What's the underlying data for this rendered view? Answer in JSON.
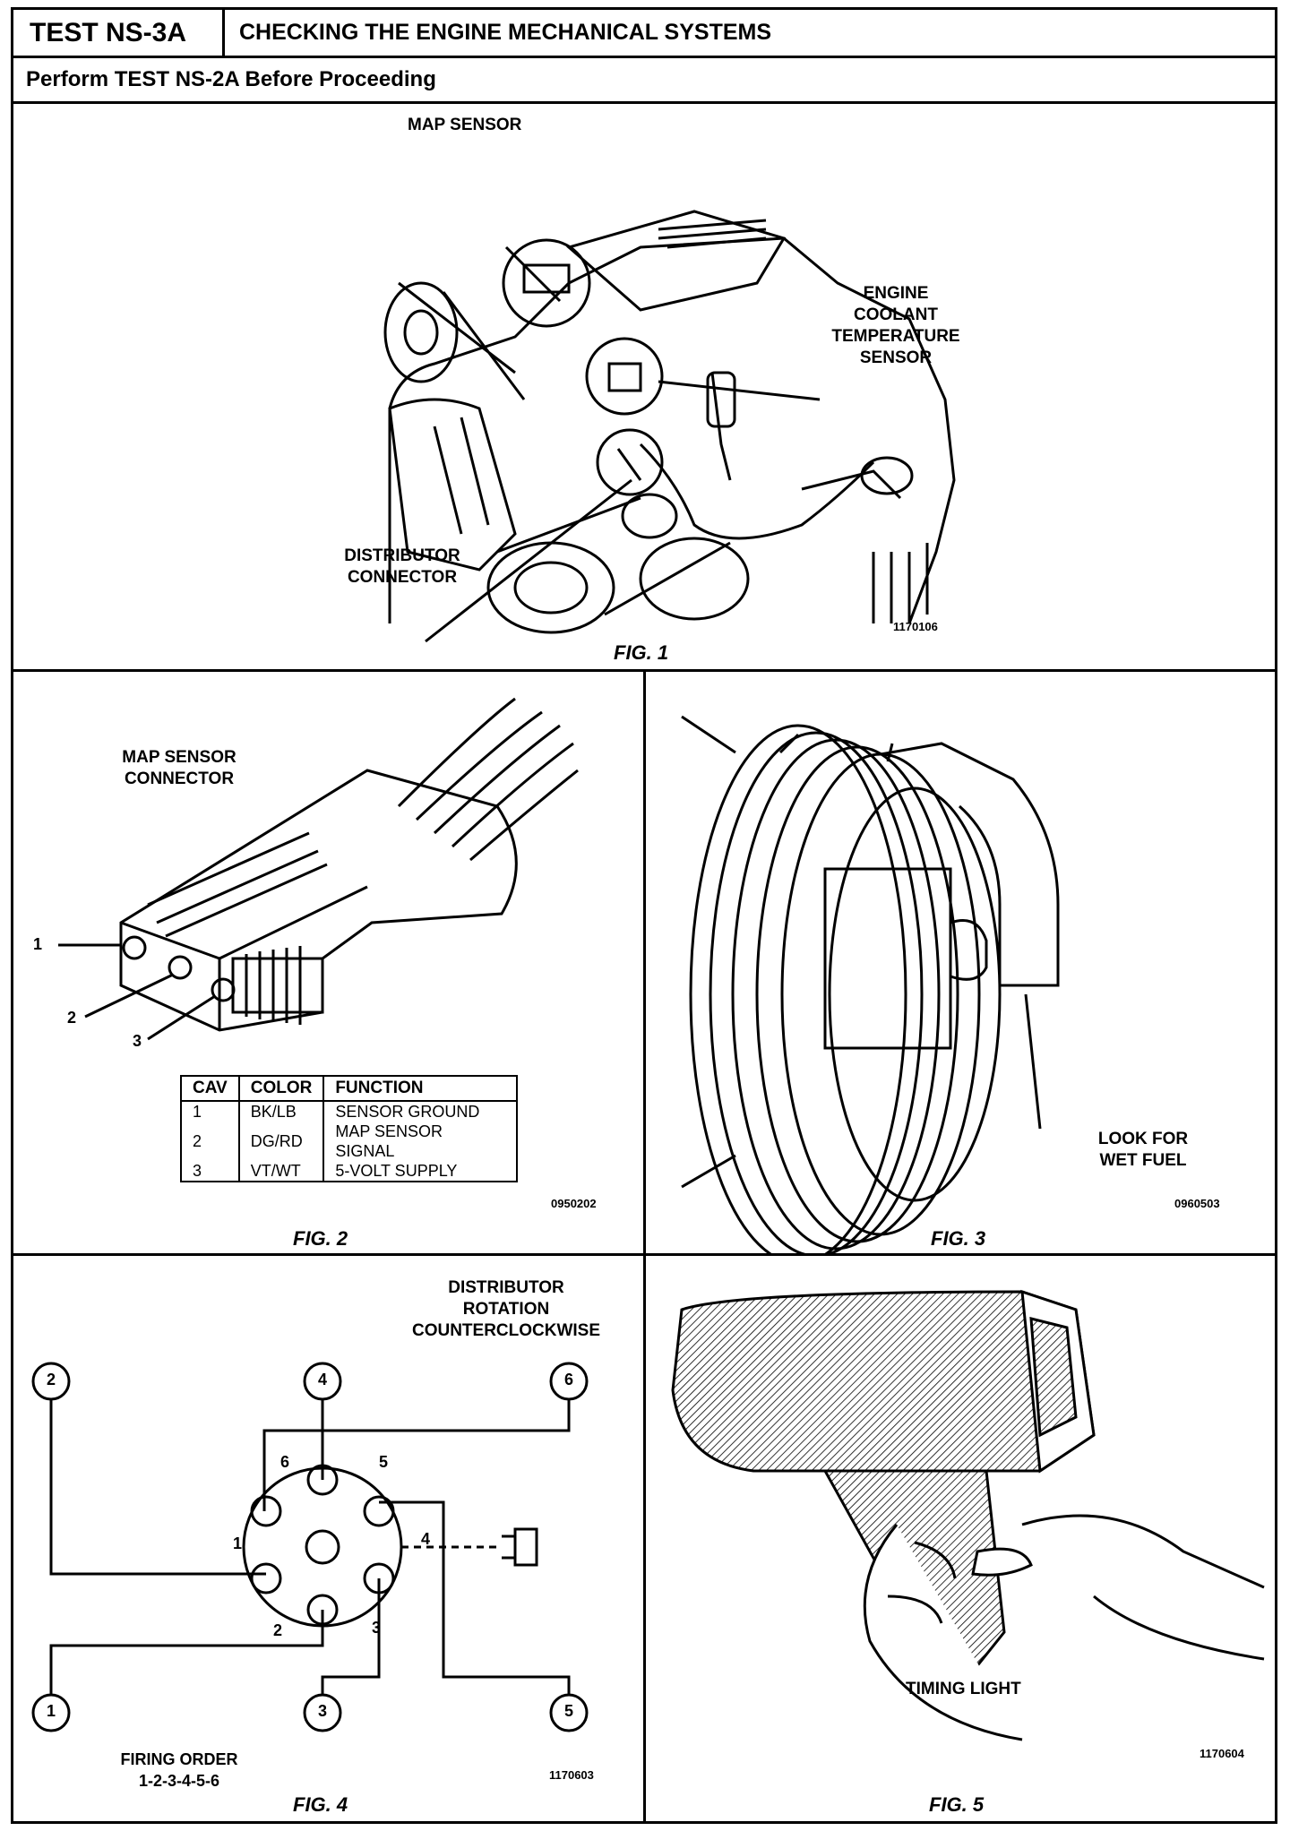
{
  "header": {
    "test_id": "TEST NS-3A",
    "title": "CHECKING THE ENGINE MECHANICAL SYSTEMS",
    "subtitle": "Perform TEST NS-2A Before Proceeding"
  },
  "fig1": {
    "caption": "FIG. 1",
    "code": "1170106",
    "labels": {
      "map_sensor": "MAP SENSOR",
      "ect_sensor_1": "ENGINE",
      "ect_sensor_2": "COOLANT",
      "ect_sensor_3": "TEMPERATURE",
      "ect_sensor_4": "SENSOR",
      "distributor_1": "DISTRIBUTOR",
      "distributor_2": "CONNECTOR"
    }
  },
  "fig2": {
    "caption": "FIG. 2",
    "code": "0950202",
    "title_1": "MAP SENSOR",
    "title_2": "CONNECTOR",
    "pins": [
      "1",
      "2",
      "3"
    ],
    "table": {
      "headers": [
        "CAV",
        "COLOR",
        "FUNCTION"
      ],
      "rows": [
        [
          "1",
          "BK/LB",
          "SENSOR GROUND"
        ],
        [
          "2",
          "DG/RD",
          "MAP SENSOR SIGNAL"
        ],
        [
          "3",
          "VT/WT",
          "5-VOLT SUPPLY"
        ]
      ]
    }
  },
  "fig3": {
    "caption": "FIG. 3",
    "code": "0960503",
    "label_1": "LOOK FOR",
    "label_2": "WET FUEL"
  },
  "fig4": {
    "caption": "FIG. 4",
    "code": "1170603",
    "rotation_1": "DISTRIBUTOR",
    "rotation_2": "ROTATION",
    "rotation_3": "COUNTERCLOCKWISE",
    "firing_1": "FIRING ORDER",
    "firing_2": "1-2-3-4-5-6",
    "cylinders": [
      "1",
      "2",
      "3",
      "4",
      "5",
      "6"
    ],
    "cap_numbers": [
      "1",
      "2",
      "3",
      "4",
      "5",
      "6"
    ]
  },
  "fig5": {
    "caption": "FIG. 5",
    "code": "1170604",
    "label": "TIMING LIGHT"
  }
}
